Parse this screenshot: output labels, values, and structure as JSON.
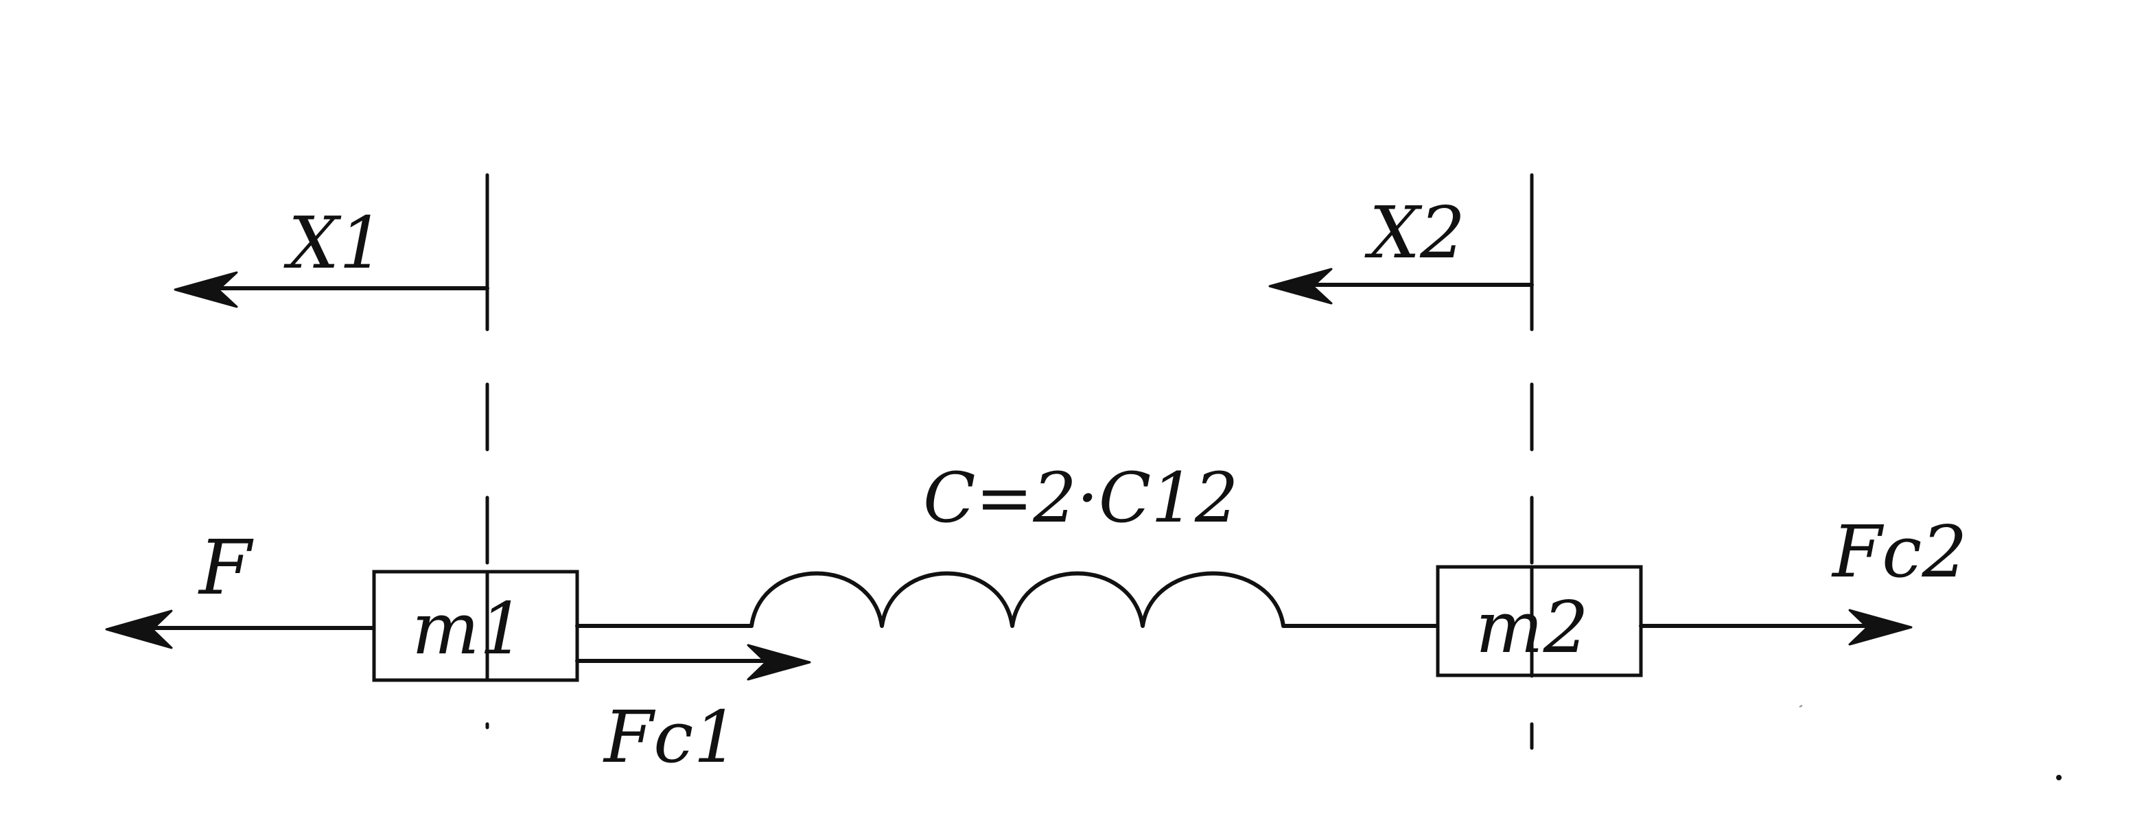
{
  "labels": {
    "x1": "X1",
    "x2": "X2",
    "force_f": "F",
    "force_fc1": "Fc1",
    "force_fc2": "Fc2",
    "mass1": "m1",
    "mass2": "m2",
    "spring": "C=2·C12"
  },
  "colors": {
    "ink": "#111111",
    "background": "#ffffff"
  }
}
